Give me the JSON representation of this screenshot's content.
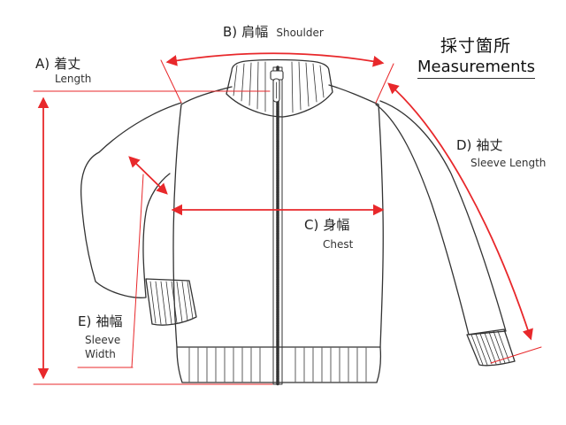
{
  "header": {
    "title_jp": "採寸箇所",
    "title_en": "Measurements"
  },
  "measurements": {
    "length": {
      "letter": "A)",
      "jp": "着丈",
      "en": "Length"
    },
    "shoulder": {
      "letter": "B)",
      "jp": "肩幅",
      "en": "Shoulder"
    },
    "chest": {
      "letter": "C)",
      "jp": "身幅",
      "en": "Chest"
    },
    "sleeve_length": {
      "letter": "D)",
      "jp": "袖丈",
      "en": "Sleeve Length"
    },
    "sleeve_width": {
      "letter": "E)",
      "jp": "袖幅",
      "en_line1": "Sleeve",
      "en_line2": "Width"
    }
  },
  "colors": {
    "arrow": "#e8282b",
    "outline": "#333333",
    "background": "#ffffff"
  }
}
